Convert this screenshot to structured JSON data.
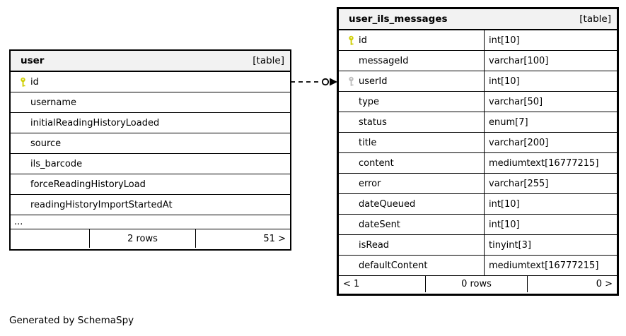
{
  "diagram": {
    "generated_by": "Generated by SchemaSpy"
  },
  "colors": {
    "canvas_bg": "#ffffff",
    "header_bg": "#f2f2f2",
    "border": "#000000",
    "primary_key_icon": "#cfcf04",
    "foreign_key_icon": "#bdbdbd",
    "text": "#000000"
  },
  "relationship": {
    "style": "dashed",
    "from_column": "user.id",
    "to_column": "user_ils_messages.userId"
  },
  "left_table": {
    "name": "user",
    "badge": "[table]",
    "rows": [
      {
        "name": "id",
        "key": "primary"
      },
      {
        "name": "username"
      },
      {
        "name": "initialReadingHistoryLoaded"
      },
      {
        "name": "source"
      },
      {
        "name": "ils_barcode"
      },
      {
        "name": "forceReadingHistoryLoad"
      },
      {
        "name": "readingHistoryImportStartedAt"
      },
      {
        "name": "..."
      }
    ],
    "footer": {
      "left": "",
      "center": "2 rows",
      "right": "51 >"
    }
  },
  "right_table": {
    "name": "user_ils_messages",
    "badge": "[table]",
    "rows": [
      {
        "name": "id",
        "type": "int[10]",
        "key": "primary"
      },
      {
        "name": "messageId",
        "type": "varchar[100]"
      },
      {
        "name": "userId",
        "type": "int[10]",
        "key": "foreign"
      },
      {
        "name": "type",
        "type": "varchar[50]"
      },
      {
        "name": "status",
        "type": "enum[7]"
      },
      {
        "name": "title",
        "type": "varchar[200]"
      },
      {
        "name": "content",
        "type": "mediumtext[16777215]"
      },
      {
        "name": "error",
        "type": "varchar[255]"
      },
      {
        "name": "dateQueued",
        "type": "int[10]"
      },
      {
        "name": "dateSent",
        "type": "int[10]"
      },
      {
        "name": "isRead",
        "type": "tinyint[3]"
      },
      {
        "name": "defaultContent",
        "type": "mediumtext[16777215]"
      }
    ],
    "footer": {
      "left": "< 1",
      "center": "0 rows",
      "right": "0 >"
    }
  }
}
